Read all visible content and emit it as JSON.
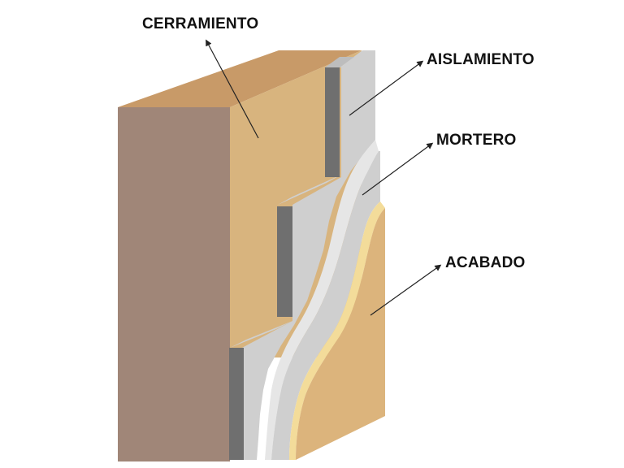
{
  "labels": {
    "cerramiento": "CERRAMIENTO",
    "aislamiento": "AISLAMIENTO",
    "mortero": "MORTERO",
    "acabado": "ACABADO"
  },
  "colors": {
    "brick_front": "#a08678",
    "brick_top": "#c89a68",
    "brick_side": "#d8b47e",
    "insulation_front": "#cfcfcf",
    "insulation_edge": "#6f6f6f",
    "mortar_light": "#e6e6e6",
    "finish_face": "#dcb47c",
    "finish_edge": "#f3dc9a",
    "leader_line": "#222222"
  }
}
